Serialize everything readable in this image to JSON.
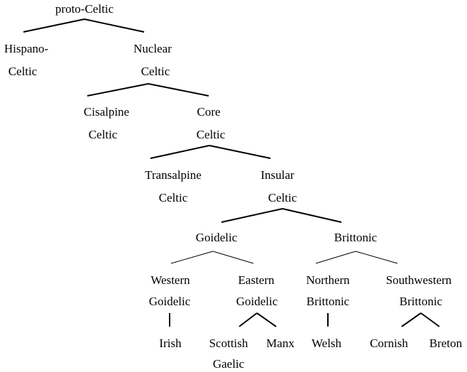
{
  "tree": {
    "root": {
      "text": "proto-Celtic"
    },
    "hispano": {
      "line1": "Hispano-",
      "line2": "Celtic"
    },
    "nuclear": {
      "line1": "Nuclear",
      "line2": "Celtic"
    },
    "cisalpine": {
      "line1": "Cisalpine",
      "line2": "Celtic"
    },
    "core": {
      "line1": "Core",
      "line2": "Celtic"
    },
    "transalpine": {
      "line1": "Transalpine",
      "line2": "Celtic"
    },
    "insular": {
      "line1": "Insular",
      "line2": "Celtic"
    },
    "goidelic": {
      "text": "Goidelic"
    },
    "brittonic": {
      "text": "Brittonic"
    },
    "western_goidelic": {
      "line1": "Western",
      "line2": "Goidelic"
    },
    "eastern_goidelic": {
      "line1": "Eastern",
      "line2": "Goidelic"
    },
    "northern_brittonic": {
      "line1": "Northern",
      "line2": "Brittonic"
    },
    "southwestern_brittonic": {
      "line1": "Southwestern",
      "line2": "Brittonic"
    },
    "irish": {
      "text": "Irish"
    },
    "scottish_gaelic": {
      "line1": "Scottish",
      "line2": "Gaelic"
    },
    "manx": {
      "text": "Manx"
    },
    "welsh": {
      "text": "Welsh"
    },
    "cornish": {
      "text": "Cornish"
    },
    "breton": {
      "text": "Breton"
    }
  },
  "colors": {
    "text": "#000000",
    "line": "#000000"
  }
}
